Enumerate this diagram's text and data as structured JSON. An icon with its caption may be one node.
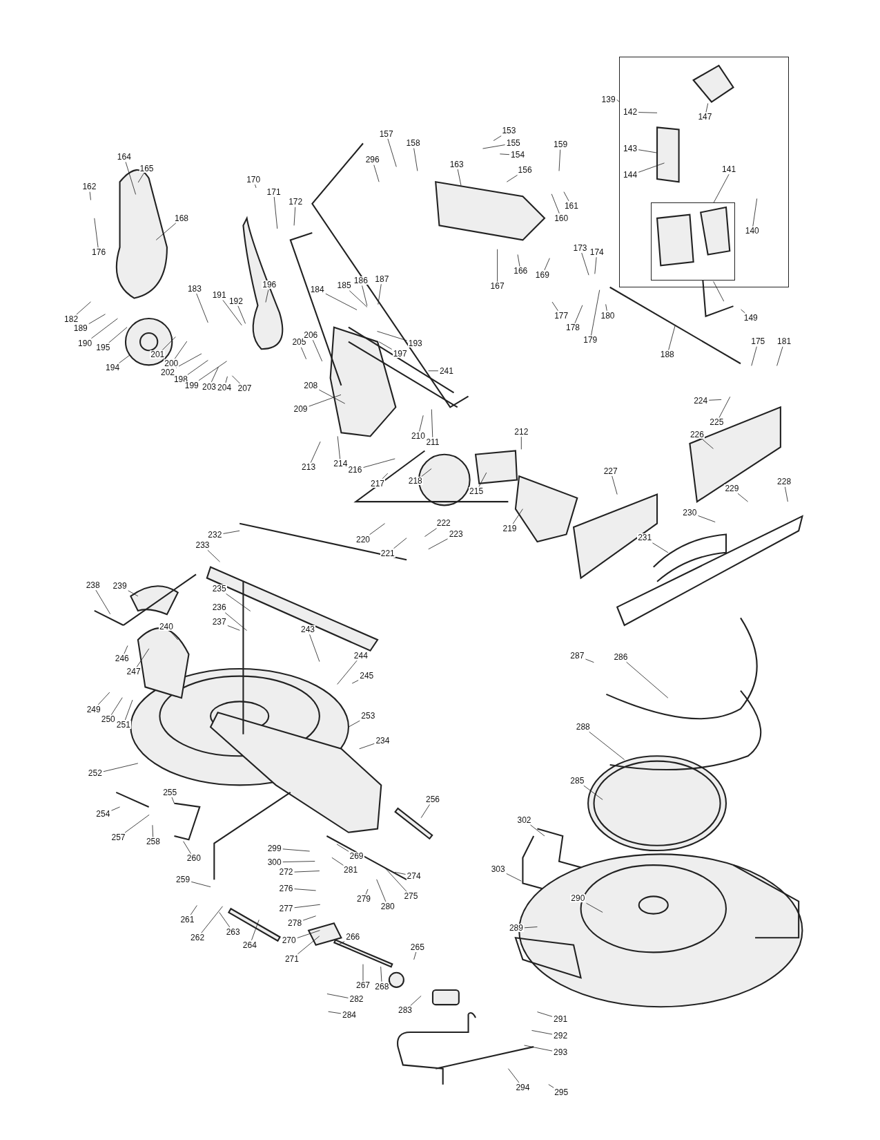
{
  "diagram": {
    "nodes": [
      {
        "text": [],
        "shape": "box"
      },
      {
        "text": [
          "139"
        ]
      },
      {
        "text": [
          "142"
        ],
        "in": 0
      },
      {
        "text": [
          "147"
        ],
        "in": 0
      },
      {
        "text": [
          "143"
        ],
        "in": 0
      },
      {
        "text": [
          "144"
        ],
        "in": 0
      },
      {
        "text": [
          "141"
        ],
        "in": 0
      },
      {
        "text": [],
        "shape": "box",
        "in": 0
      },
      {
        "text": [
          "140"
        ],
        "in": 0
      },
      {
        "text": [
          "149"
        ]
      },
      {
        "text": [
          "153"
        ]
      },
      {
        "text": [
          "155"
        ]
      },
      {
        "text": [
          "154"
        ]
      },
      {
        "text": [
          "156"
        ]
      },
      {
        "text": [
          "157"
        ]
      },
      {
        "text": [
          "158"
        ]
      },
      {
        "text": [
          "296"
        ]
      },
      {
        "text": [
          "163"
        ]
      },
      {
        "text": [
          "159"
        ]
      },
      {
        "text": [
          "161"
        ]
      },
      {
        "text": [
          "160"
        ]
      },
      {
        "text": [
          "166"
        ]
      },
      {
        "text": [
          "167"
        ]
      },
      {
        "text": [
          "169"
        ]
      },
      {
        "text": [
          "173"
        ]
      },
      {
        "text": [
          "174"
        ]
      },
      {
        "text": [
          "177"
        ]
      },
      {
        "text": [
          "178"
        ]
      },
      {
        "text": [
          "179"
        ]
      },
      {
        "text": [
          "180"
        ]
      },
      {
        "text": [
          "188"
        ]
      },
      {
        "text": [
          "175"
        ]
      },
      {
        "text": [
          "181"
        ]
      },
      {
        "text": [
          "170"
        ]
      },
      {
        "text": [
          "171"
        ]
      },
      {
        "text": [
          "172"
        ]
      },
      {
        "text": [
          "164"
        ]
      },
      {
        "text": [
          "165"
        ]
      },
      {
        "text": [
          "162"
        ]
      },
      {
        "text": [
          "168"
        ]
      },
      {
        "text": [
          "176"
        ]
      },
      {
        "text": [
          "183"
        ]
      },
      {
        "text": [
          "191"
        ]
      },
      {
        "text": [
          "192"
        ]
      },
      {
        "text": [
          "196"
        ]
      },
      {
        "text": [
          "184"
        ]
      },
      {
        "text": [
          "185"
        ]
      },
      {
        "text": [
          "186"
        ]
      },
      {
        "text": [
          "187"
        ]
      },
      {
        "text": [
          "182"
        ]
      },
      {
        "text": [
          "189"
        ]
      },
      {
        "text": [
          "190"
        ]
      },
      {
        "text": [
          "195"
        ]
      },
      {
        "text": [
          "194"
        ]
      },
      {
        "text": [
          "201"
        ]
      },
      {
        "text": [
          "200"
        ]
      },
      {
        "text": [
          "202"
        ]
      },
      {
        "text": [
          "198"
        ]
      },
      {
        "text": [
          "199"
        ]
      },
      {
        "text": [
          "203"
        ]
      },
      {
        "text": [
          "204"
        ]
      },
      {
        "text": [
          "207"
        ]
      },
      {
        "text": [
          "193"
        ]
      },
      {
        "text": [
          "197"
        ]
      },
      {
        "text": [
          "205"
        ]
      },
      {
        "text": [
          "206"
        ]
      },
      {
        "text": [
          "241"
        ]
      },
      {
        "text": [
          "208"
        ]
      },
      {
        "text": [
          "209"
        ]
      },
      {
        "text": [
          "213"
        ]
      },
      {
        "text": [
          "214"
        ]
      },
      {
        "text": [
          "210"
        ]
      },
      {
        "text": [
          "211"
        ]
      },
      {
        "text": [
          "212"
        ]
      },
      {
        "text": [
          "216"
        ]
      },
      {
        "text": [
          "217"
        ]
      },
      {
        "text": [
          "218"
        ]
      },
      {
        "text": [
          "215"
        ]
      },
      {
        "text": [
          "219"
        ]
      },
      {
        "text": [
          "220"
        ]
      },
      {
        "text": [
          "221"
        ]
      },
      {
        "text": [
          "222"
        ]
      },
      {
        "text": [
          "223"
        ]
      },
      {
        "text": [
          "224"
        ]
      },
      {
        "text": [
          "225"
        ]
      },
      {
        "text": [
          "226"
        ]
      },
      {
        "text": [
          "227"
        ]
      },
      {
        "text": [
          "228"
        ]
      },
      {
        "text": [
          "229"
        ]
      },
      {
        "text": [
          "230"
        ]
      },
      {
        "text": [
          "231"
        ]
      },
      {
        "text": [
          "232"
        ]
      },
      {
        "text": [
          "233"
        ]
      },
      {
        "text": [
          "238"
        ]
      },
      {
        "text": [
          "239"
        ]
      },
      {
        "text": [
          "235"
        ]
      },
      {
        "text": [
          "236"
        ]
      },
      {
        "text": [
          "237"
        ]
      },
      {
        "text": [
          "240"
        ]
      },
      {
        "text": [
          "243"
        ]
      },
      {
        "text": [
          "244"
        ]
      },
      {
        "text": [
          "245"
        ]
      },
      {
        "text": [
          "246"
        ]
      },
      {
        "text": [
          "247"
        ]
      },
      {
        "text": [
          "249"
        ]
      },
      {
        "text": [
          "250"
        ]
      },
      {
        "text": [
          "251"
        ]
      },
      {
        "text": [
          "252"
        ]
      },
      {
        "text": [
          "253"
        ]
      },
      {
        "text": [
          "234"
        ]
      },
      {
        "text": [
          "286"
        ]
      },
      {
        "text": [
          "287"
        ]
      },
      {
        "text": [
          "288"
        ]
      },
      {
        "text": [
          "285"
        ]
      },
      {
        "text": [
          "254"
        ]
      },
      {
        "text": [
          "255"
        ]
      },
      {
        "text": [
          "257"
        ]
      },
      {
        "text": [
          "258"
        ]
      },
      {
        "text": [
          "260"
        ]
      },
      {
        "text": [
          "256"
        ]
      },
      {
        "text": [
          "299"
        ]
      },
      {
        "text": [
          "269"
        ]
      },
      {
        "text": [
          "300"
        ]
      },
      {
        "text": [
          "281"
        ]
      },
      {
        "text": [
          "272"
        ]
      },
      {
        "text": [
          "274"
        ]
      },
      {
        "text": [
          "275"
        ]
      },
      {
        "text": [
          "276"
        ]
      },
      {
        "text": [
          "279"
        ]
      },
      {
        "text": [
          "280"
        ]
      },
      {
        "text": [
          "259"
        ]
      },
      {
        "text": [
          "277"
        ]
      },
      {
        "text": [
          "278"
        ]
      },
      {
        "text": [
          "261"
        ]
      },
      {
        "text": [
          "262"
        ]
      },
      {
        "text": [
          "263"
        ]
      },
      {
        "text": [
          "264"
        ]
      },
      {
        "text": [
          "266"
        ]
      },
      {
        "text": [
          "270"
        ]
      },
      {
        "text": [
          "271"
        ]
      },
      {
        "text": [
          "265"
        ]
      },
      {
        "text": [
          "267"
        ]
      },
      {
        "text": [
          "268"
        ]
      },
      {
        "text": [
          "282"
        ]
      },
      {
        "text": [
          "284"
        ]
      },
      {
        "text": [
          "283"
        ]
      },
      {
        "text": [
          "302"
        ]
      },
      {
        "text": [
          "303"
        ]
      },
      {
        "text": [
          "290"
        ]
      },
      {
        "text": [
          "289"
        ]
      },
      {
        "text": [
          "291"
        ]
      },
      {
        "text": [
          "292"
        ]
      },
      {
        "text": [
          "293"
        ]
      },
      {
        "text": [
          "294"
        ]
      },
      {
        "text": [
          "295"
        ]
      }
    ],
    "edges": [
      {
        "from": 1,
        "to": 0,
        "arrow": "none"
      },
      {
        "from": 2,
        "to": null,
        "arrow": "none"
      },
      {
        "from": 3,
        "to": null,
        "arrow": "none"
      },
      {
        "from": 4,
        "to": null,
        "arrow": "none"
      },
      {
        "from": 5,
        "to": null,
        "arrow": "none"
      },
      {
        "from": 6,
        "to": 7,
        "arrow": "none"
      },
      {
        "from": 7,
        "to": null,
        "arrow": "none"
      },
      {
        "from": 8,
        "to": null,
        "arrow": "none"
      },
      {
        "from": 9,
        "to": null,
        "arrow": "none"
      },
      {
        "from": 10,
        "to": null,
        "arrow": "none"
      },
      {
        "from": 11,
        "to": null,
        "arrow": "none"
      },
      {
        "from": 12,
        "to": null,
        "arrow": "none"
      },
      {
        "from": 13,
        "to": null,
        "arrow": "none"
      },
      {
        "from": 14,
        "to": null,
        "arrow": "none"
      },
      {
        "from": 15,
        "to": null,
        "arrow": "none"
      },
      {
        "from": 16,
        "to": null,
        "arrow": "none"
      },
      {
        "from": 17,
        "to": null,
        "arrow": "none"
      },
      {
        "from": 18,
        "to": null,
        "arrow": "none"
      },
      {
        "from": 19,
        "to": null,
        "arrow": "none"
      },
      {
        "from": 20,
        "to": null,
        "arrow": "none"
      },
      {
        "from": 21,
        "to": null,
        "arrow": "none"
      },
      {
        "from": 22,
        "to": null,
        "arrow": "none"
      },
      {
        "from": 23,
        "to": null,
        "arrow": "none"
      },
      {
        "from": 24,
        "to": null,
        "arrow": "none"
      },
      {
        "from": 25,
        "to": null,
        "arrow": "none"
      },
      {
        "from": 26,
        "to": null,
        "arrow": "none"
      },
      {
        "from": 27,
        "to": null,
        "arrow": "none"
      },
      {
        "from": 28,
        "to": null,
        "arrow": "none"
      },
      {
        "from": 29,
        "to": null,
        "arrow": "none"
      },
      {
        "from": 30,
        "to": null,
        "arrow": "none"
      },
      {
        "from": 31,
        "to": null,
        "arrow": "none"
      },
      {
        "from": 32,
        "to": null,
        "arrow": "none"
      },
      {
        "from": 33,
        "to": null,
        "arrow": "none"
      },
      {
        "from": 34,
        "to": null,
        "arrow": "none"
      },
      {
        "from": 35,
        "to": null,
        "arrow": "none"
      },
      {
        "from": 36,
        "to": null,
        "arrow": "none"
      },
      {
        "from": 37,
        "to": null,
        "arrow": "none"
      },
      {
        "from": 38,
        "to": null,
        "arrow": "none"
      },
      {
        "from": 39,
        "to": null,
        "arrow": "none"
      },
      {
        "from": 40,
        "to": null,
        "arrow": "none"
      },
      {
        "from": 41,
        "to": null,
        "arrow": "none"
      },
      {
        "from": 42,
        "to": null,
        "arrow": "none"
      },
      {
        "from": 43,
        "to": null,
        "arrow": "none"
      },
      {
        "from": 44,
        "to": null,
        "arrow": "none"
      },
      {
        "from": 45,
        "to": null,
        "arrow": "none"
      },
      {
        "from": 46,
        "to": null,
        "arrow": "none"
      },
      {
        "from": 47,
        "to": null,
        "arrow": "none"
      },
      {
        "from": 48,
        "to": null,
        "arrow": "none"
      },
      {
        "from": 49,
        "to": null,
        "arrow": "none"
      },
      {
        "from": 50,
        "to": null,
        "arrow": "none"
      },
      {
        "from": 51,
        "to": null,
        "arrow": "none"
      },
      {
        "from": 52,
        "to": null,
        "arrow": "none"
      },
      {
        "from": 53,
        "to": null,
        "arrow": "none"
      },
      {
        "from": 54,
        "to": null,
        "arrow": "none"
      },
      {
        "from": 55,
        "to": null,
        "arrow": "none"
      },
      {
        "from": 56,
        "to": null,
        "arrow": "none"
      },
      {
        "from": 57,
        "to": null,
        "arrow": "none"
      },
      {
        "from": 58,
        "to": null,
        "arrow": "none"
      },
      {
        "from": 59,
        "to": null,
        "arrow": "none"
      },
      {
        "from": 60,
        "to": null,
        "arrow": "none"
      },
      {
        "from": 61,
        "to": null,
        "arrow": "none"
      },
      {
        "from": 62,
        "to": null,
        "arrow": "none"
      },
      {
        "from": 63,
        "to": null,
        "arrow": "none"
      },
      {
        "from": 64,
        "to": null,
        "arrow": "none"
      },
      {
        "from": 65,
        "to": null,
        "arrow": "none"
      },
      {
        "from": 66,
        "to": null,
        "arrow": "none"
      },
      {
        "from": 67,
        "to": null,
        "arrow": "none"
      },
      {
        "from": 68,
        "to": null,
        "arrow": "none"
      },
      {
        "from": 69,
        "to": null,
        "arrow": "none"
      },
      {
        "from": 70,
        "to": null,
        "arrow": "none"
      },
      {
        "from": 71,
        "to": null,
        "arrow": "none"
      },
      {
        "from": 72,
        "to": null,
        "arrow": "none"
      },
      {
        "from": 73,
        "to": null,
        "arrow": "none"
      },
      {
        "from": 74,
        "to": null,
        "arrow": "none"
      },
      {
        "from": 75,
        "to": null,
        "arrow": "none"
      },
      {
        "from": 76,
        "to": null,
        "arrow": "none"
      },
      {
        "from": 77,
        "to": null,
        "arrow": "none"
      },
      {
        "from": 78,
        "to": null,
        "arrow": "none"
      },
      {
        "from": 79,
        "to": null,
        "arrow": "none"
      },
      {
        "from": 80,
        "to": null,
        "arrow": "none"
      },
      {
        "from": 81,
        "to": null,
        "arrow": "none"
      },
      {
        "from": 82,
        "to": null,
        "arrow": "none"
      },
      {
        "from": 83,
        "to": null,
        "arrow": "none"
      },
      {
        "from": 84,
        "to": null,
        "arrow": "none"
      },
      {
        "from": 85,
        "to": null,
        "arrow": "none"
      },
      {
        "from": 86,
        "to": null,
        "arrow": "none"
      },
      {
        "from": 87,
        "to": null,
        "arrow": "none"
      },
      {
        "from": 88,
        "to": null,
        "arrow": "none"
      },
      {
        "from": 89,
        "to": null,
        "arrow": "none"
      },
      {
        "from": 90,
        "to": null,
        "arrow": "none"
      },
      {
        "from": 91,
        "to": null,
        "arrow": "none"
      },
      {
        "from": 92,
        "to": null,
        "arrow": "none"
      },
      {
        "from": 93,
        "to": null,
        "arrow": "none"
      },
      {
        "from": 94,
        "to": null,
        "arrow": "none"
      },
      {
        "from": 95,
        "to": null,
        "arrow": "none"
      },
      {
        "from": 96,
        "to": null,
        "arrow": "none"
      },
      {
        "from": 97,
        "to": null,
        "arrow": "none"
      },
      {
        "from": 98,
        "to": null,
        "arrow": "none"
      },
      {
        "from": 99,
        "to": null,
        "arrow": "none"
      },
      {
        "from": 100,
        "to": null,
        "arrow": "none"
      },
      {
        "from": 101,
        "to": null,
        "arrow": "none"
      },
      {
        "from": 102,
        "to": null,
        "arrow": "none"
      },
      {
        "from": 103,
        "to": null,
        "arrow": "none"
      },
      {
        "from": 104,
        "to": null,
        "arrow": "none"
      },
      {
        "from": 105,
        "to": null,
        "arrow": "none"
      },
      {
        "from": 106,
        "to": null,
        "arrow": "none"
      },
      {
        "from": 107,
        "to": null,
        "arrow": "none"
      },
      {
        "from": 108,
        "to": null,
        "arrow": "none"
      },
      {
        "from": 109,
        "to": null,
        "arrow": "none"
      },
      {
        "from": 110,
        "to": null,
        "arrow": "none"
      },
      {
        "from": 111,
        "to": null,
        "arrow": "none"
      },
      {
        "from": 112,
        "to": null,
        "arrow": "none"
      },
      {
        "from": 113,
        "to": null,
        "arrow": "none"
      },
      {
        "from": 114,
        "to": null,
        "arrow": "none"
      },
      {
        "from": 115,
        "to": null,
        "arrow": "none"
      },
      {
        "from": 116,
        "to": null,
        "arrow": "none"
      },
      {
        "from": 117,
        "to": null,
        "arrow": "none"
      },
      {
        "from": 118,
        "to": null,
        "arrow": "none"
      },
      {
        "from": 119,
        "to": null,
        "arrow": "none"
      },
      {
        "from": 120,
        "to": null,
        "arrow": "none"
      },
      {
        "from": 121,
        "to": null,
        "arrow": "none"
      },
      {
        "from": 122,
        "to": null,
        "arrow": "none"
      },
      {
        "from": 123,
        "to": null,
        "arrow": "none"
      },
      {
        "from": 124,
        "to": null,
        "arrow": "none"
      },
      {
        "from": 125,
        "to": null,
        "arrow": "none"
      },
      {
        "from": 126,
        "to": null,
        "arrow": "none"
      },
      {
        "from": 127,
        "to": null,
        "arrow": "none"
      },
      {
        "from": 128,
        "to": null,
        "arrow": "none"
      },
      {
        "from": 129,
        "to": null,
        "arrow": "none"
      },
      {
        "from": 130,
        "to": null,
        "arrow": "none"
      },
      {
        "from": 131,
        "to": null,
        "arrow": "none"
      },
      {
        "from": 132,
        "to": null,
        "arrow": "none"
      },
      {
        "from": 133,
        "to": null,
        "arrow": "none"
      },
      {
        "from": 134,
        "to": null,
        "arrow": "none"
      },
      {
        "from": 135,
        "to": null,
        "arrow": "none"
      },
      {
        "from": 136,
        "to": null,
        "arrow": "none"
      },
      {
        "from": 137,
        "to": null,
        "arrow": "none"
      },
      {
        "from": 138,
        "to": null,
        "arrow": "none"
      },
      {
        "from": 139,
        "to": null,
        "arrow": "none"
      },
      {
        "from": 140,
        "to": null,
        "arrow": "none"
      },
      {
        "from": 141,
        "to": null,
        "arrow": "none"
      },
      {
        "from": 142,
        "to": null,
        "arrow": "none"
      },
      {
        "from": 143,
        "to": null,
        "arrow": "none"
      },
      {
        "from": 144,
        "to": null,
        "arrow": "none"
      },
      {
        "from": 145,
        "to": null,
        "arrow": "none"
      },
      {
        "from": 146,
        "to": null,
        "arrow": "none"
      },
      {
        "from": 147,
        "to": null,
        "arrow": "none"
      },
      {
        "from": 148,
        "to": null,
        "arrow": "none"
      },
      {
        "from": 149,
        "to": null,
        "arrow": "none"
      },
      {
        "from": 150,
        "to": null,
        "arrow": "none"
      },
      {
        "from": 151,
        "to": null,
        "arrow": "none"
      },
      {
        "from": 152,
        "to": null,
        "arrow": "none"
      },
      {
        "from": 153,
        "to": null,
        "arrow": "none"
      },
      {
        "from": 154,
        "to": null,
        "arrow": "none"
      }
    ]
  }
}
